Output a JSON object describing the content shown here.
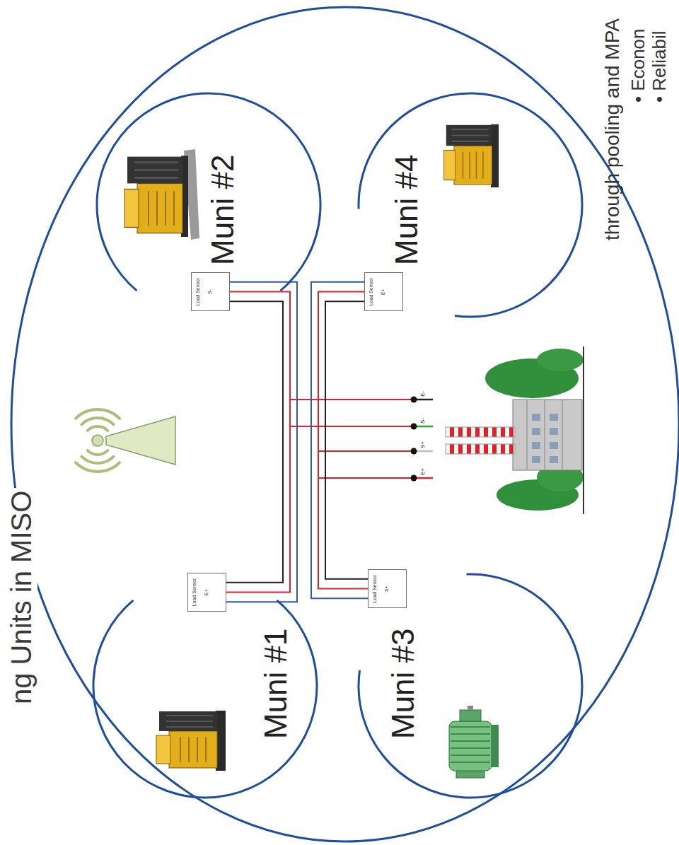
{
  "diagram": {
    "title": "ng Units in MISO",
    "nodes": [
      {
        "text": [
          "Muni #1"
        ]
      },
      {
        "text": [
          "Load Sensor",
          "E+"
        ]
      },
      {
        "text": [
          "Muni #2"
        ]
      },
      {
        "text": [
          "Load Sensor",
          "S-"
        ]
      },
      {
        "text": [
          "Muni #3"
        ]
      },
      {
        "text": [
          "Load Sensor",
          "S+"
        ]
      },
      {
        "text": [
          "Muni #4"
        ]
      },
      {
        "text": [
          "Load Sensor",
          "E+"
        ]
      }
    ],
    "edges": [
      {
        "from": 1,
        "to": 3,
        "arrow": "none"
      },
      {
        "from": 5,
        "to": 7,
        "arrow": "none"
      }
    ],
    "labels": [
      "through pooling and MPA",
      "• Econon",
      "• Reliabil",
      "E-",
      "S-",
      "S+",
      "E+"
    ]
  }
}
